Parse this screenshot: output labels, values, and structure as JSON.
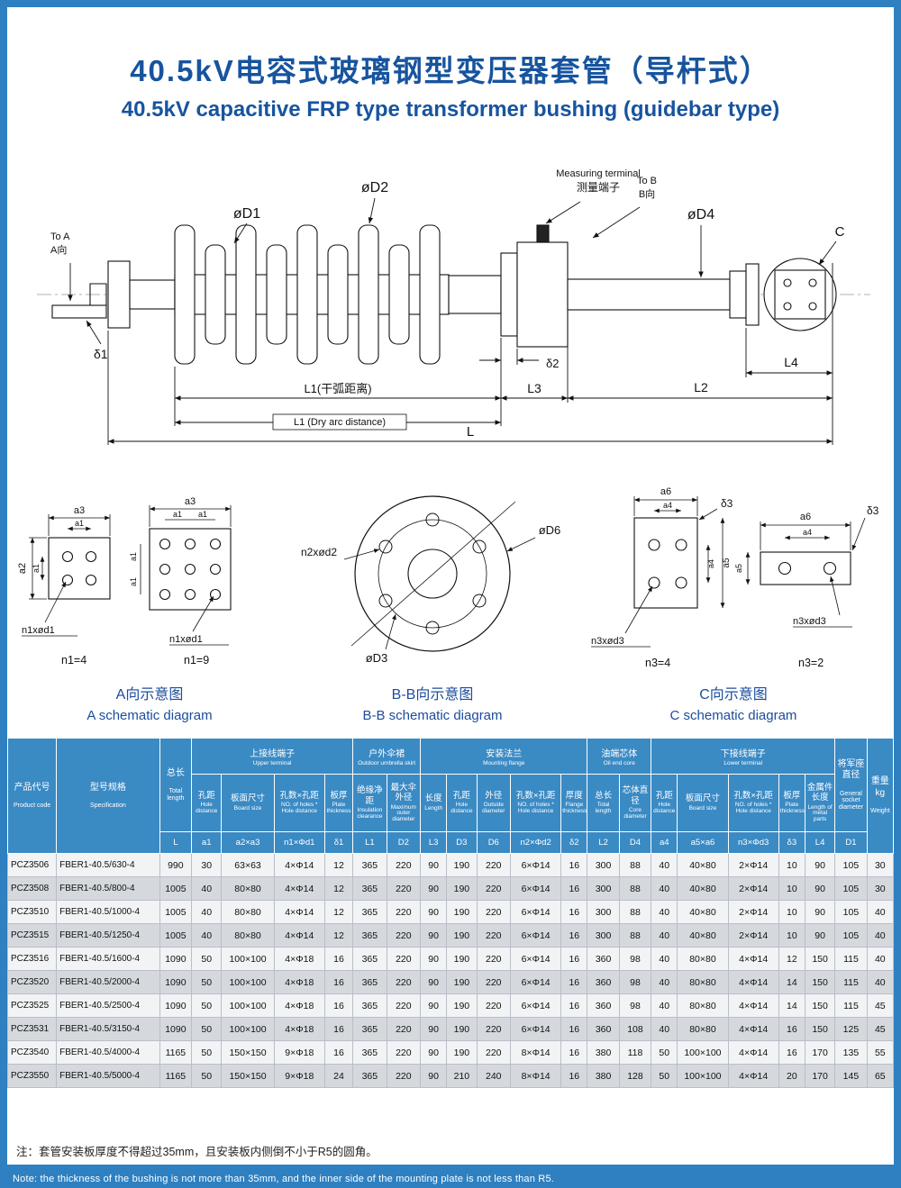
{
  "page": {
    "title_zh": "40.5kV电容式玻璃钢型变压器套管（导杆式）",
    "title_en": "40.5kV capacitive FRP type transformer bushing (guidebar type)"
  },
  "drawing": {
    "labels": {
      "d1": "øD1",
      "d2": "øD2",
      "d4": "øD4",
      "c": "C",
      "measuring_en": "Measuring terminal",
      "measuring_zh": "测量端子",
      "to_b_en": "To B",
      "to_b_zh": "B向",
      "to_a_en": "To A",
      "to_a_zh": "A向",
      "delta1": "δ1",
      "delta2": "δ2",
      "l1_zh": "L1(干弧距离)",
      "l1_en": "L1 (Dry arc distance)",
      "l": "L",
      "l2": "L2",
      "l3": "L3",
      "l4": "L4"
    }
  },
  "schematics": {
    "a": {
      "a3": "a3",
      "a1": "a1",
      "a2": "a2",
      "n1d1": "n1xød1",
      "n1_4": "n1=4",
      "n1_9": "n1=9",
      "cap_zh": "A向示意图",
      "cap_en": "A schematic diagram"
    },
    "bb": {
      "n2d2": "n2xød2",
      "d6": "øD6",
      "d3": "øD3",
      "cap_zh": "B-B向示意图",
      "cap_en": "B-B schematic diagram"
    },
    "c": {
      "a6": "a6",
      "a4": "a4",
      "a5": "a5",
      "d3": "δ3",
      "n3d3": "n3xød3",
      "n3_4": "n3=4",
      "n3_2": "n3=2",
      "cap_zh": "C向示意图",
      "cap_en": "C schematic diagram"
    }
  },
  "table": {
    "groups": [
      {
        "zh": "上接线端子",
        "en": "Upper terminal"
      },
      {
        "zh": "户外伞裙",
        "en": "Outdoor umbrella skirt"
      },
      {
        "zh": "安装法兰",
        "en": "Mounting flange"
      },
      {
        "zh": "油端芯体",
        "en": "Oil end core"
      },
      {
        "zh": "下接线端子",
        "en": "Lower terminal"
      }
    ],
    "columns": [
      {
        "zh": "产品代号",
        "en": "Product code",
        "sym": ""
      },
      {
        "zh": "型号规格",
        "en": "Specification",
        "sym": ""
      },
      {
        "zh": "总长",
        "en": "Total length",
        "sym": "L"
      },
      {
        "zh": "孔距",
        "en": "Hole distance",
        "sym": "a1"
      },
      {
        "zh": "板面尺寸",
        "en": "Board size",
        "sym": "a2×a3"
      },
      {
        "zh": "孔数×孔距",
        "en": "NO. of holes * Hole distance",
        "sym": "n1×Φd1"
      },
      {
        "zh": "板厚",
        "en": "Plate thickness",
        "sym": "δ1"
      },
      {
        "zh": "绝缘净距",
        "en": "Insulation clearance",
        "sym": "L1"
      },
      {
        "zh": "最大伞外径",
        "en": "Maximum outer diameter",
        "sym": "D2"
      },
      {
        "zh": "长度",
        "en": "Length",
        "sym": "L3"
      },
      {
        "zh": "孔距",
        "en": "Hole distance",
        "sym": "D3"
      },
      {
        "zh": "外径",
        "en": "Outside diameter",
        "sym": "D6"
      },
      {
        "zh": "孔数×孔距",
        "en": "NO. of holes * Hole distance",
        "sym": "n2×Φd2"
      },
      {
        "zh": "厚度",
        "en": "Flange thickness",
        "sym": "δ2"
      },
      {
        "zh": "总长",
        "en": "Total length",
        "sym": "L2"
      },
      {
        "zh": "芯体直径",
        "en": "Core diameter",
        "sym": "D4"
      },
      {
        "zh": "孔距",
        "en": "Hole distance",
        "sym": "a4"
      },
      {
        "zh": "板面尺寸",
        "en": "Board size",
        "sym": "a5×a6"
      },
      {
        "zh": "孔数×孔距",
        "en": "NO. of holes * Hole distance",
        "sym": "n3×Φd3"
      },
      {
        "zh": "板厚",
        "en": "Plate thickness",
        "sym": "δ3"
      },
      {
        "zh": "金属件长度",
        "en": "Length of metal parts",
        "sym": "L4"
      },
      {
        "zh": "将军座直径",
        "en": "General socket diameter",
        "sym": "D1"
      },
      {
        "zh": "重量 kg",
        "en": "Weight",
        "sym": ""
      }
    ],
    "rows": [
      [
        "PCZ3506",
        "FBER1-40.5/630-4",
        "990",
        "30",
        "63×63",
        "4×Φ14",
        "12",
        "365",
        "220",
        "90",
        "190",
        "220",
        "6×Φ14",
        "16",
        "300",
        "88",
        "40",
        "40×80",
        "2×Φ14",
        "10",
        "90",
        "105",
        "30"
      ],
      [
        "PCZ3508",
        "FBER1-40.5/800-4",
        "1005",
        "40",
        "80×80",
        "4×Φ14",
        "12",
        "365",
        "220",
        "90",
        "190",
        "220",
        "6×Φ14",
        "16",
        "300",
        "88",
        "40",
        "40×80",
        "2×Φ14",
        "10",
        "90",
        "105",
        "30"
      ],
      [
        "PCZ3510",
        "FBER1-40.5/1000-4",
        "1005",
        "40",
        "80×80",
        "4×Φ14",
        "12",
        "365",
        "220",
        "90",
        "190",
        "220",
        "6×Φ14",
        "16",
        "300",
        "88",
        "40",
        "40×80",
        "2×Φ14",
        "10",
        "90",
        "105",
        "40"
      ],
      [
        "PCZ3515",
        "FBER1-40.5/1250-4",
        "1005",
        "40",
        "80×80",
        "4×Φ14",
        "12",
        "365",
        "220",
        "90",
        "190",
        "220",
        "6×Φ14",
        "16",
        "300",
        "88",
        "40",
        "40×80",
        "2×Φ14",
        "10",
        "90",
        "105",
        "40"
      ],
      [
        "PCZ3516",
        "FBER1-40.5/1600-4",
        "1090",
        "50",
        "100×100",
        "4×Φ18",
        "16",
        "365",
        "220",
        "90",
        "190",
        "220",
        "6×Φ14",
        "16",
        "360",
        "98",
        "40",
        "80×80",
        "4×Φ14",
        "12",
        "150",
        "115",
        "40"
      ],
      [
        "PCZ3520",
        "FBER1-40.5/2000-4",
        "1090",
        "50",
        "100×100",
        "4×Φ18",
        "16",
        "365",
        "220",
        "90",
        "190",
        "220",
        "6×Φ14",
        "16",
        "360",
        "98",
        "40",
        "80×80",
        "4×Φ14",
        "14",
        "150",
        "115",
        "40"
      ],
      [
        "PCZ3525",
        "FBER1-40.5/2500-4",
        "1090",
        "50",
        "100×100",
        "4×Φ18",
        "16",
        "365",
        "220",
        "90",
        "190",
        "220",
        "6×Φ14",
        "16",
        "360",
        "98",
        "40",
        "80×80",
        "4×Φ14",
        "14",
        "150",
        "115",
        "45"
      ],
      [
        "PCZ3531",
        "FBER1-40.5/3150-4",
        "1090",
        "50",
        "100×100",
        "4×Φ18",
        "16",
        "365",
        "220",
        "90",
        "190",
        "220",
        "6×Φ14",
        "16",
        "360",
        "108",
        "40",
        "80×80",
        "4×Φ14",
        "16",
        "150",
        "125",
        "45"
      ],
      [
        "PCZ3540",
        "FBER1-40.5/4000-4",
        "1165",
        "50",
        "150×150",
        "9×Φ18",
        "16",
        "365",
        "220",
        "90",
        "190",
        "220",
        "8×Φ14",
        "16",
        "380",
        "118",
        "50",
        "100×100",
        "4×Φ14",
        "16",
        "170",
        "135",
        "55"
      ],
      [
        "PCZ3550",
        "FBER1-40.5/5000-4",
        "1165",
        "50",
        "150×150",
        "9×Φ18",
        "24",
        "365",
        "220",
        "90",
        "210",
        "240",
        "8×Φ14",
        "16",
        "380",
        "128",
        "50",
        "100×100",
        "4×Φ14",
        "20",
        "170",
        "145",
        "65"
      ]
    ]
  },
  "notes": {
    "zh": "注：套管安装板厚度不得超过35mm，且安装板内侧倒不小于R5的圆角。",
    "en": "Note: the thickness of the bushing is not more than 35mm, and the inner side of the mounting plate is not less than R5."
  },
  "colors": {
    "frame_blue": "#2e80c0",
    "title_blue": "#17549e",
    "table_header_blue": "#3a8ac4",
    "row_light": "#f1f3f5",
    "row_dark": "#d5d9de"
  }
}
